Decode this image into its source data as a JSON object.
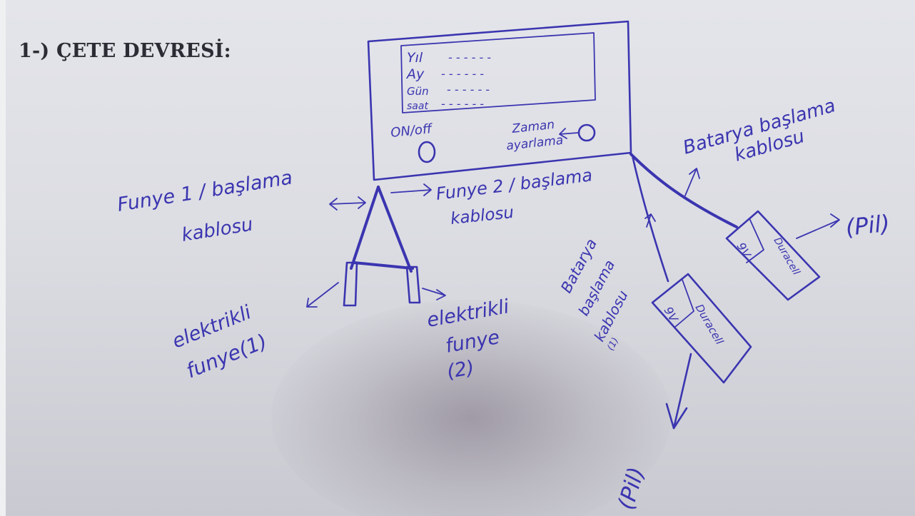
{
  "heading": "1-) ÇETE DEVRESİ:",
  "display": {
    "lines": [
      "Yıl",
      "Ay",
      "Gün",
      "saat"
    ],
    "dots": "- - - - - -"
  },
  "controls": {
    "power_label": "ON/off",
    "timer_label_1": "Zaman",
    "timer_label_2": "ayarlama"
  },
  "labels": {
    "fuse1_cable_1": "Funye 1 / başlama",
    "fuse1_cable_2": "kablosu",
    "fuse2_cable_1": "Funye 2 / başlama",
    "fuse2_cable_2": "kablosu",
    "fuse1_1": "elektrikli",
    "fuse1_2": "funye(1)",
    "fuse2_1": "elektrikli",
    "fuse2_2": "funye",
    "fuse2_3": "(2)",
    "battery_top_1": "Batarya başlama",
    "battery_top_2": "kablosu",
    "battery_mid_1": "Batarya",
    "battery_mid_2": "başlama",
    "battery_mid_3": "kablosu",
    "battery_mid_4": "(1)",
    "pil_right": "(Pil)",
    "pil_bottom": "(Pil)"
  },
  "batteries": [
    {
      "tag": "9V",
      "name": "Duracell"
    },
    {
      "tag": "9V",
      "name": "Duracell"
    }
  ]
}
